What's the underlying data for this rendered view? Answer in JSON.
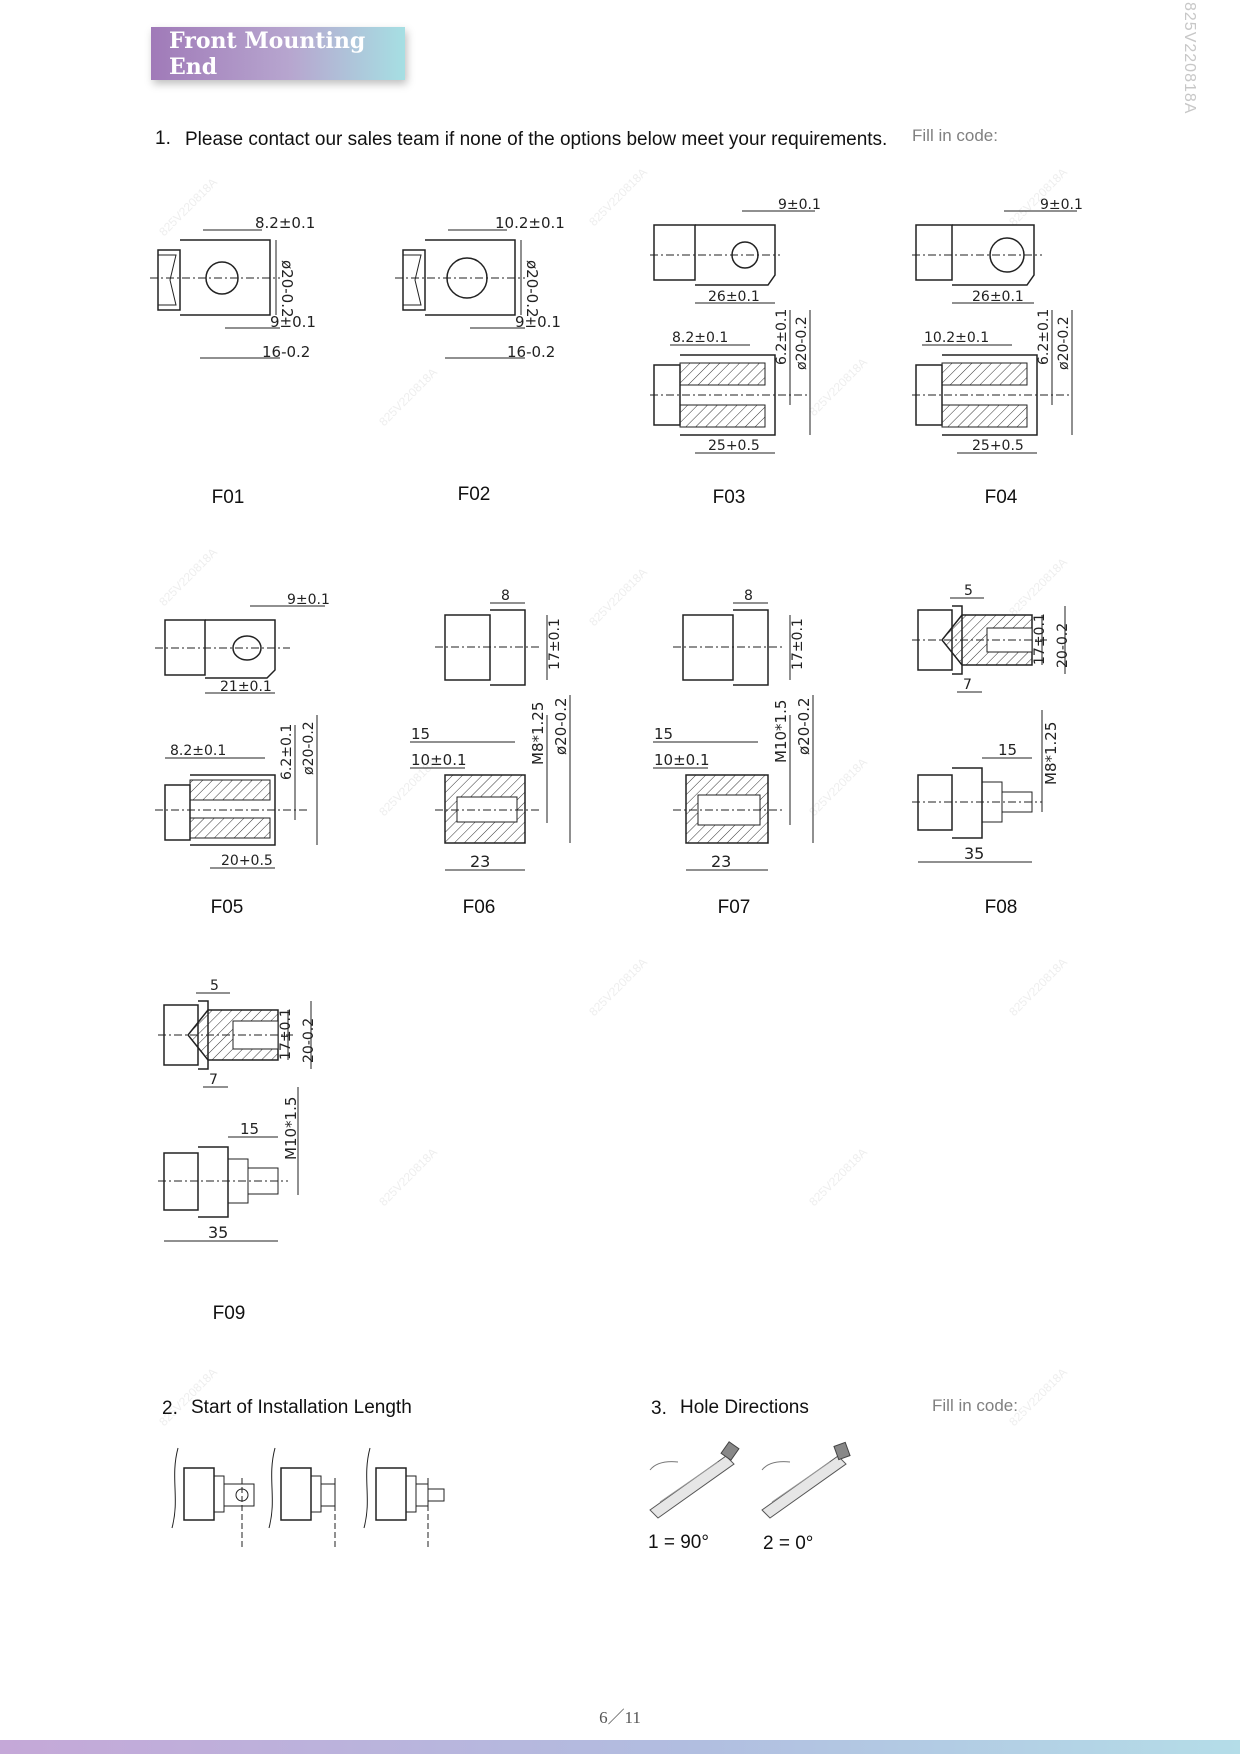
{
  "header": {
    "title": "Front Mounting End",
    "doc_code": "825V220818A"
  },
  "watermark": "825V220818A",
  "section1": {
    "number": "1.",
    "text": "Please contact our sales team if none of the options below meet your requirements.",
    "fill_label": "Fill in code:"
  },
  "options": [
    {
      "code": "F01",
      "dims": [
        "8.2±0.1",
        "ø20-0.2",
        "9±0.1",
        "16-0.2"
      ]
    },
    {
      "code": "F02",
      "dims": [
        "10.2±0.1",
        "ø20-0.2",
        "9±0.1",
        "16-0.2"
      ]
    },
    {
      "code": "F03",
      "dims": [
        "9±0.1",
        "26±0.1",
        "8.2±0.1",
        "6.2±0.1",
        "ø20-0.2",
        "25+0.5"
      ]
    },
    {
      "code": "F04",
      "dims": [
        "9±0.1",
        "26±0.1",
        "10.2±0.1",
        "6.2±0.1",
        "ø20-0.2",
        "25+0.5"
      ]
    },
    {
      "code": "F05",
      "dims": [
        "9±0.1",
        "21±0.1",
        "8.2±0.1",
        "6.2±0.1",
        "ø20-0.2",
        "20+0.5"
      ]
    },
    {
      "code": "F06",
      "dims": [
        "8",
        "17±0.1",
        "15",
        "10±0.1",
        "M8*1.25",
        "ø20-0.2",
        "23"
      ]
    },
    {
      "code": "F07",
      "dims": [
        "8",
        "17±0.1",
        "15",
        "10±0.1",
        "M10*1.5",
        "ø20-0.2",
        "23"
      ]
    },
    {
      "code": "F08",
      "dims": [
        "5",
        "17±0.1",
        "20-0.2",
        "7",
        "15",
        "M8*1.25",
        "35"
      ]
    },
    {
      "code": "F09",
      "dims": [
        "5",
        "17±0.1",
        "20-0.2",
        "7",
        "15",
        "M10*1.5",
        "35"
      ]
    }
  ],
  "section2": {
    "number": "2.",
    "title": "Start of Installation Length"
  },
  "section3": {
    "number": "3.",
    "title": "Hole Directions",
    "fill_label": "Fill in code:",
    "options": [
      {
        "label": "1 = 90°"
      },
      {
        "label": "2 = 0°"
      }
    ]
  },
  "footer": {
    "page": "6／11"
  }
}
